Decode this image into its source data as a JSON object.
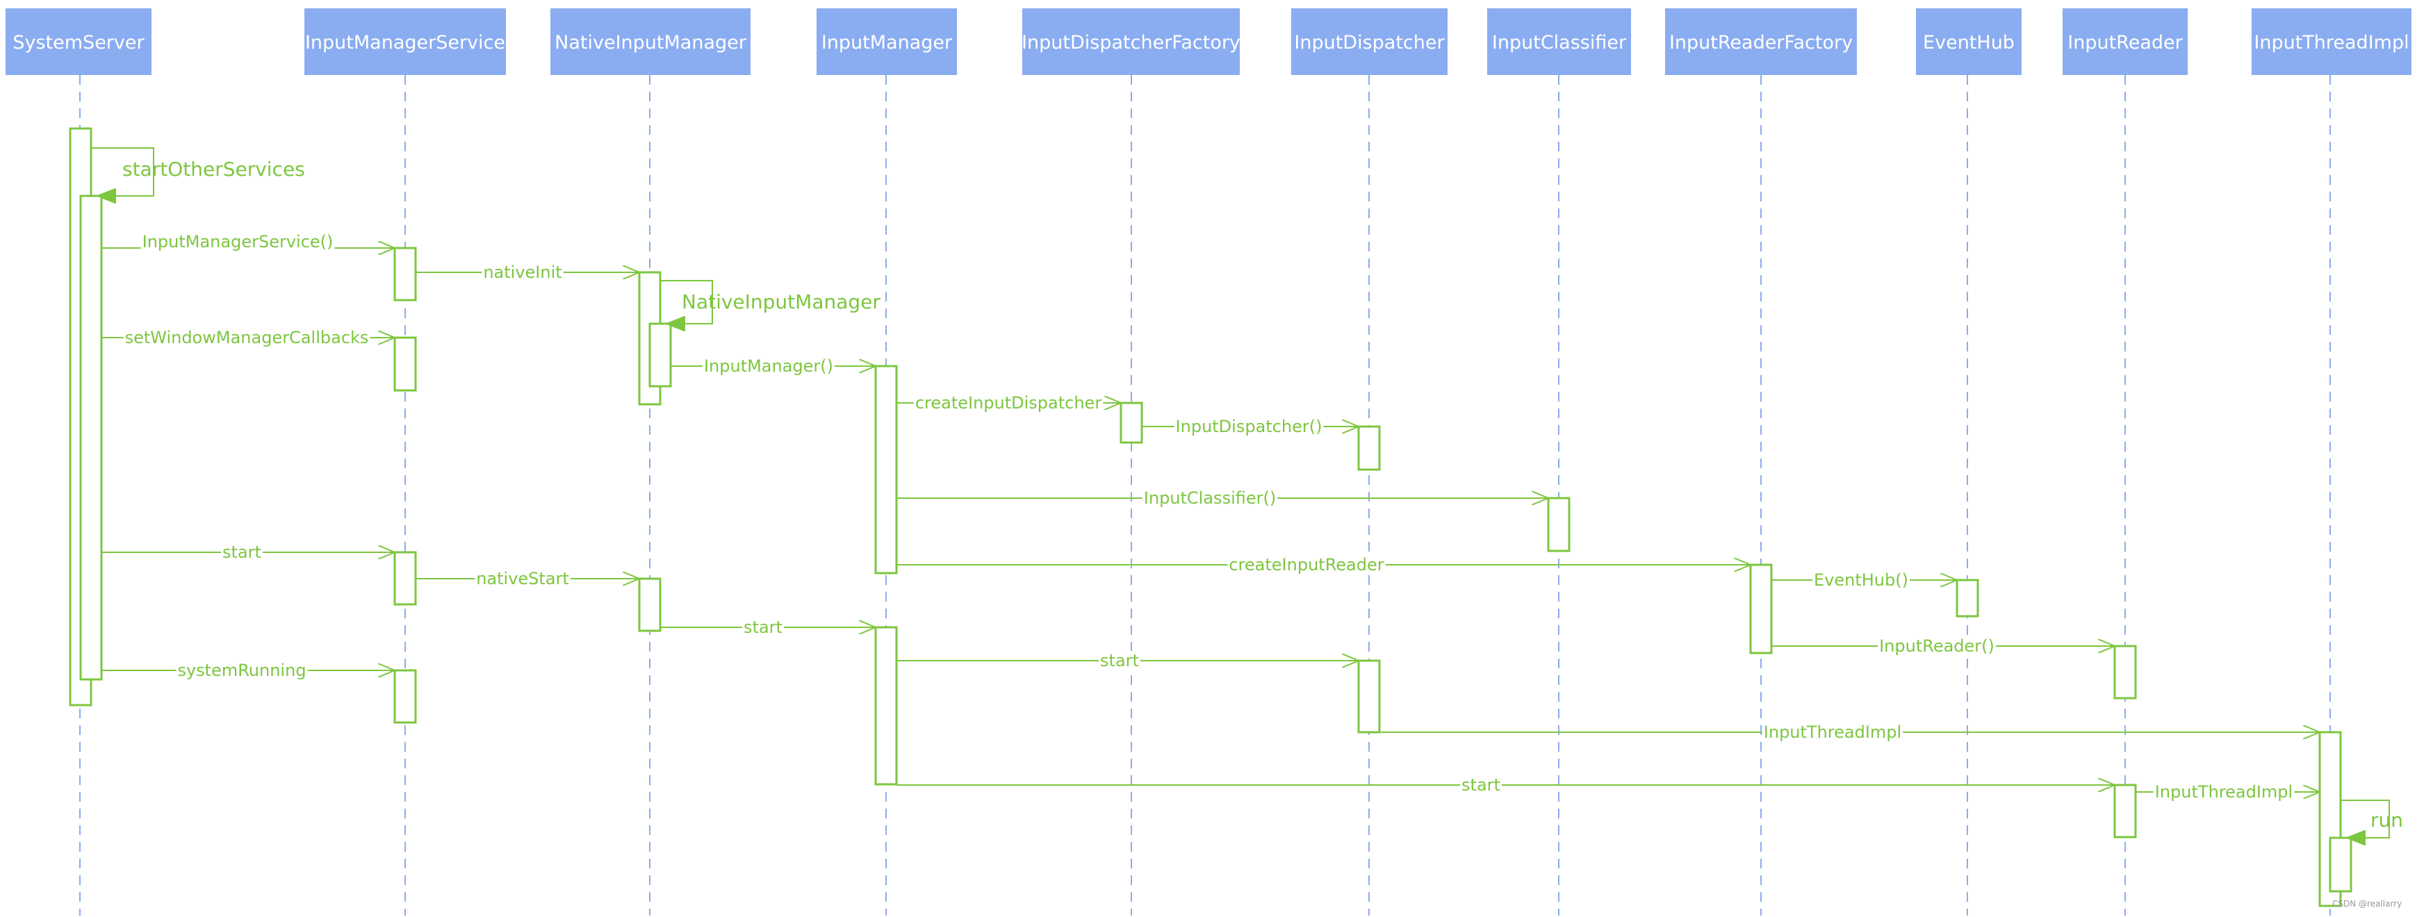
{
  "colors": {
    "header_fill": "#8aacf0",
    "header_text": "#ffffff",
    "lifeline": "#8aacf0",
    "activation": "#7dc63f",
    "message": "#7dc63f",
    "background": "#ffffff"
  },
  "participants": [
    {
      "id": "SystemServer",
      "label": "SystemServer"
    },
    {
      "id": "InputManagerService",
      "label": "InputManagerService"
    },
    {
      "id": "NativeInputManager",
      "label": "NativeInputManager"
    },
    {
      "id": "InputManager",
      "label": "InputManager"
    },
    {
      "id": "InputDispatcherFactory",
      "label": "InputDispatcherFactory"
    },
    {
      "id": "InputDispatcher",
      "label": "InputDispatcher"
    },
    {
      "id": "InputClassifier",
      "label": "InputClassifier"
    },
    {
      "id": "InputReaderFactory",
      "label": "InputReaderFactory"
    },
    {
      "id": "EventHub",
      "label": "EventHub"
    },
    {
      "id": "InputReader",
      "label": "InputReader"
    },
    {
      "id": "InputThreadImpl",
      "label": "InputThreadImpl"
    }
  ],
  "messages": [
    {
      "from": "SystemServer",
      "to": "SystemServer",
      "label": "startOtherServices",
      "self": true
    },
    {
      "from": "SystemServer",
      "to": "InputManagerService",
      "label": "InputManagerService()"
    },
    {
      "from": "InputManagerService",
      "to": "NativeInputManager",
      "label": "nativeInit"
    },
    {
      "from": "NativeInputManager",
      "to": "NativeInputManager",
      "label": "NativeInputManager",
      "self": true
    },
    {
      "from": "SystemServer",
      "to": "InputManagerService",
      "label": "setWindowManagerCallbacks"
    },
    {
      "from": "NativeInputManager",
      "to": "InputManager",
      "label": "InputManager()"
    },
    {
      "from": "InputManager",
      "to": "InputDispatcherFactory",
      "label": "createInputDispatcher"
    },
    {
      "from": "InputDispatcherFactory",
      "to": "InputDispatcher",
      "label": "InputDispatcher()"
    },
    {
      "from": "InputManager",
      "to": "InputClassifier",
      "label": "InputClassifier()"
    },
    {
      "from": "SystemServer",
      "to": "InputManagerService",
      "label": "start"
    },
    {
      "from": "InputManager",
      "to": "InputReaderFactory",
      "label": "createInputReader"
    },
    {
      "from": "InputManagerService",
      "to": "NativeInputManager",
      "label": "nativeStart"
    },
    {
      "from": "InputReaderFactory",
      "to": "EventHub",
      "label": "EventHub()"
    },
    {
      "from": "NativeInputManager",
      "to": "InputManager",
      "label": "start"
    },
    {
      "from": "InputReaderFactory",
      "to": "InputReader",
      "label": "InputReader()"
    },
    {
      "from": "InputManager",
      "to": "InputDispatcher",
      "label": "start"
    },
    {
      "from": "SystemServer",
      "to": "InputManagerService",
      "label": "systemRunning"
    },
    {
      "from": "InputDispatcher",
      "to": "InputThreadImpl",
      "label": "InputThreadImpl"
    },
    {
      "from": "InputManager",
      "to": "InputReader",
      "label": "start"
    },
    {
      "from": "InputReader",
      "to": "InputThreadImpl",
      "label": "InputThreadImpl"
    },
    {
      "from": "InputThreadImpl",
      "to": "InputThreadImpl",
      "label": "run",
      "self": true
    }
  ],
  "watermark": "CSDN @reallarry"
}
